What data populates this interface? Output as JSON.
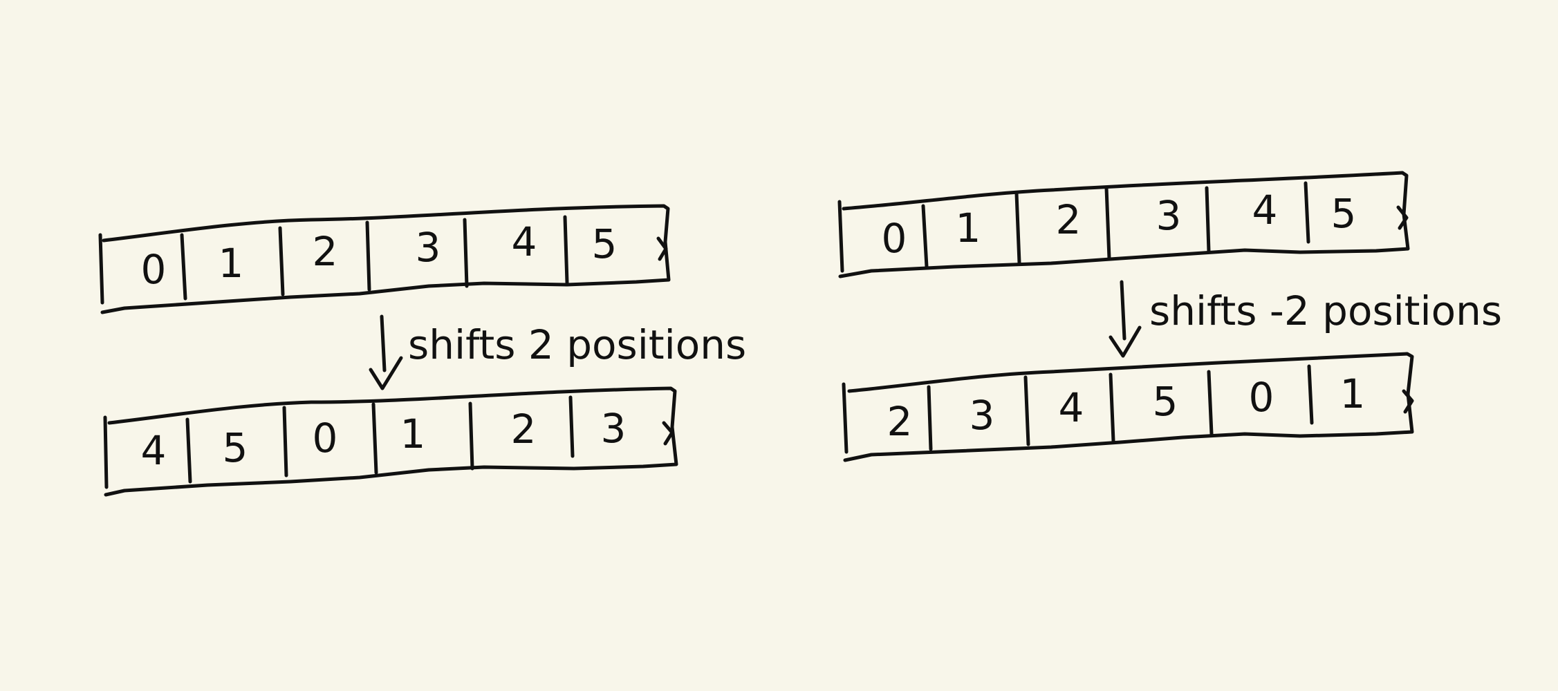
{
  "left_example": {
    "top_array": [
      "0",
      "1",
      "2",
      "3",
      "4",
      "5"
    ],
    "caption": "shifts 2 positions",
    "bottom_array": [
      "4",
      "5",
      "0",
      "1",
      "2",
      "3"
    ]
  },
  "right_example": {
    "top_array": [
      "0",
      "1",
      "2",
      "3",
      "4",
      "5"
    ],
    "caption": "shifts -2 positions",
    "bottom_array": [
      "2",
      "3",
      "4",
      "5",
      "0",
      "1"
    ]
  }
}
